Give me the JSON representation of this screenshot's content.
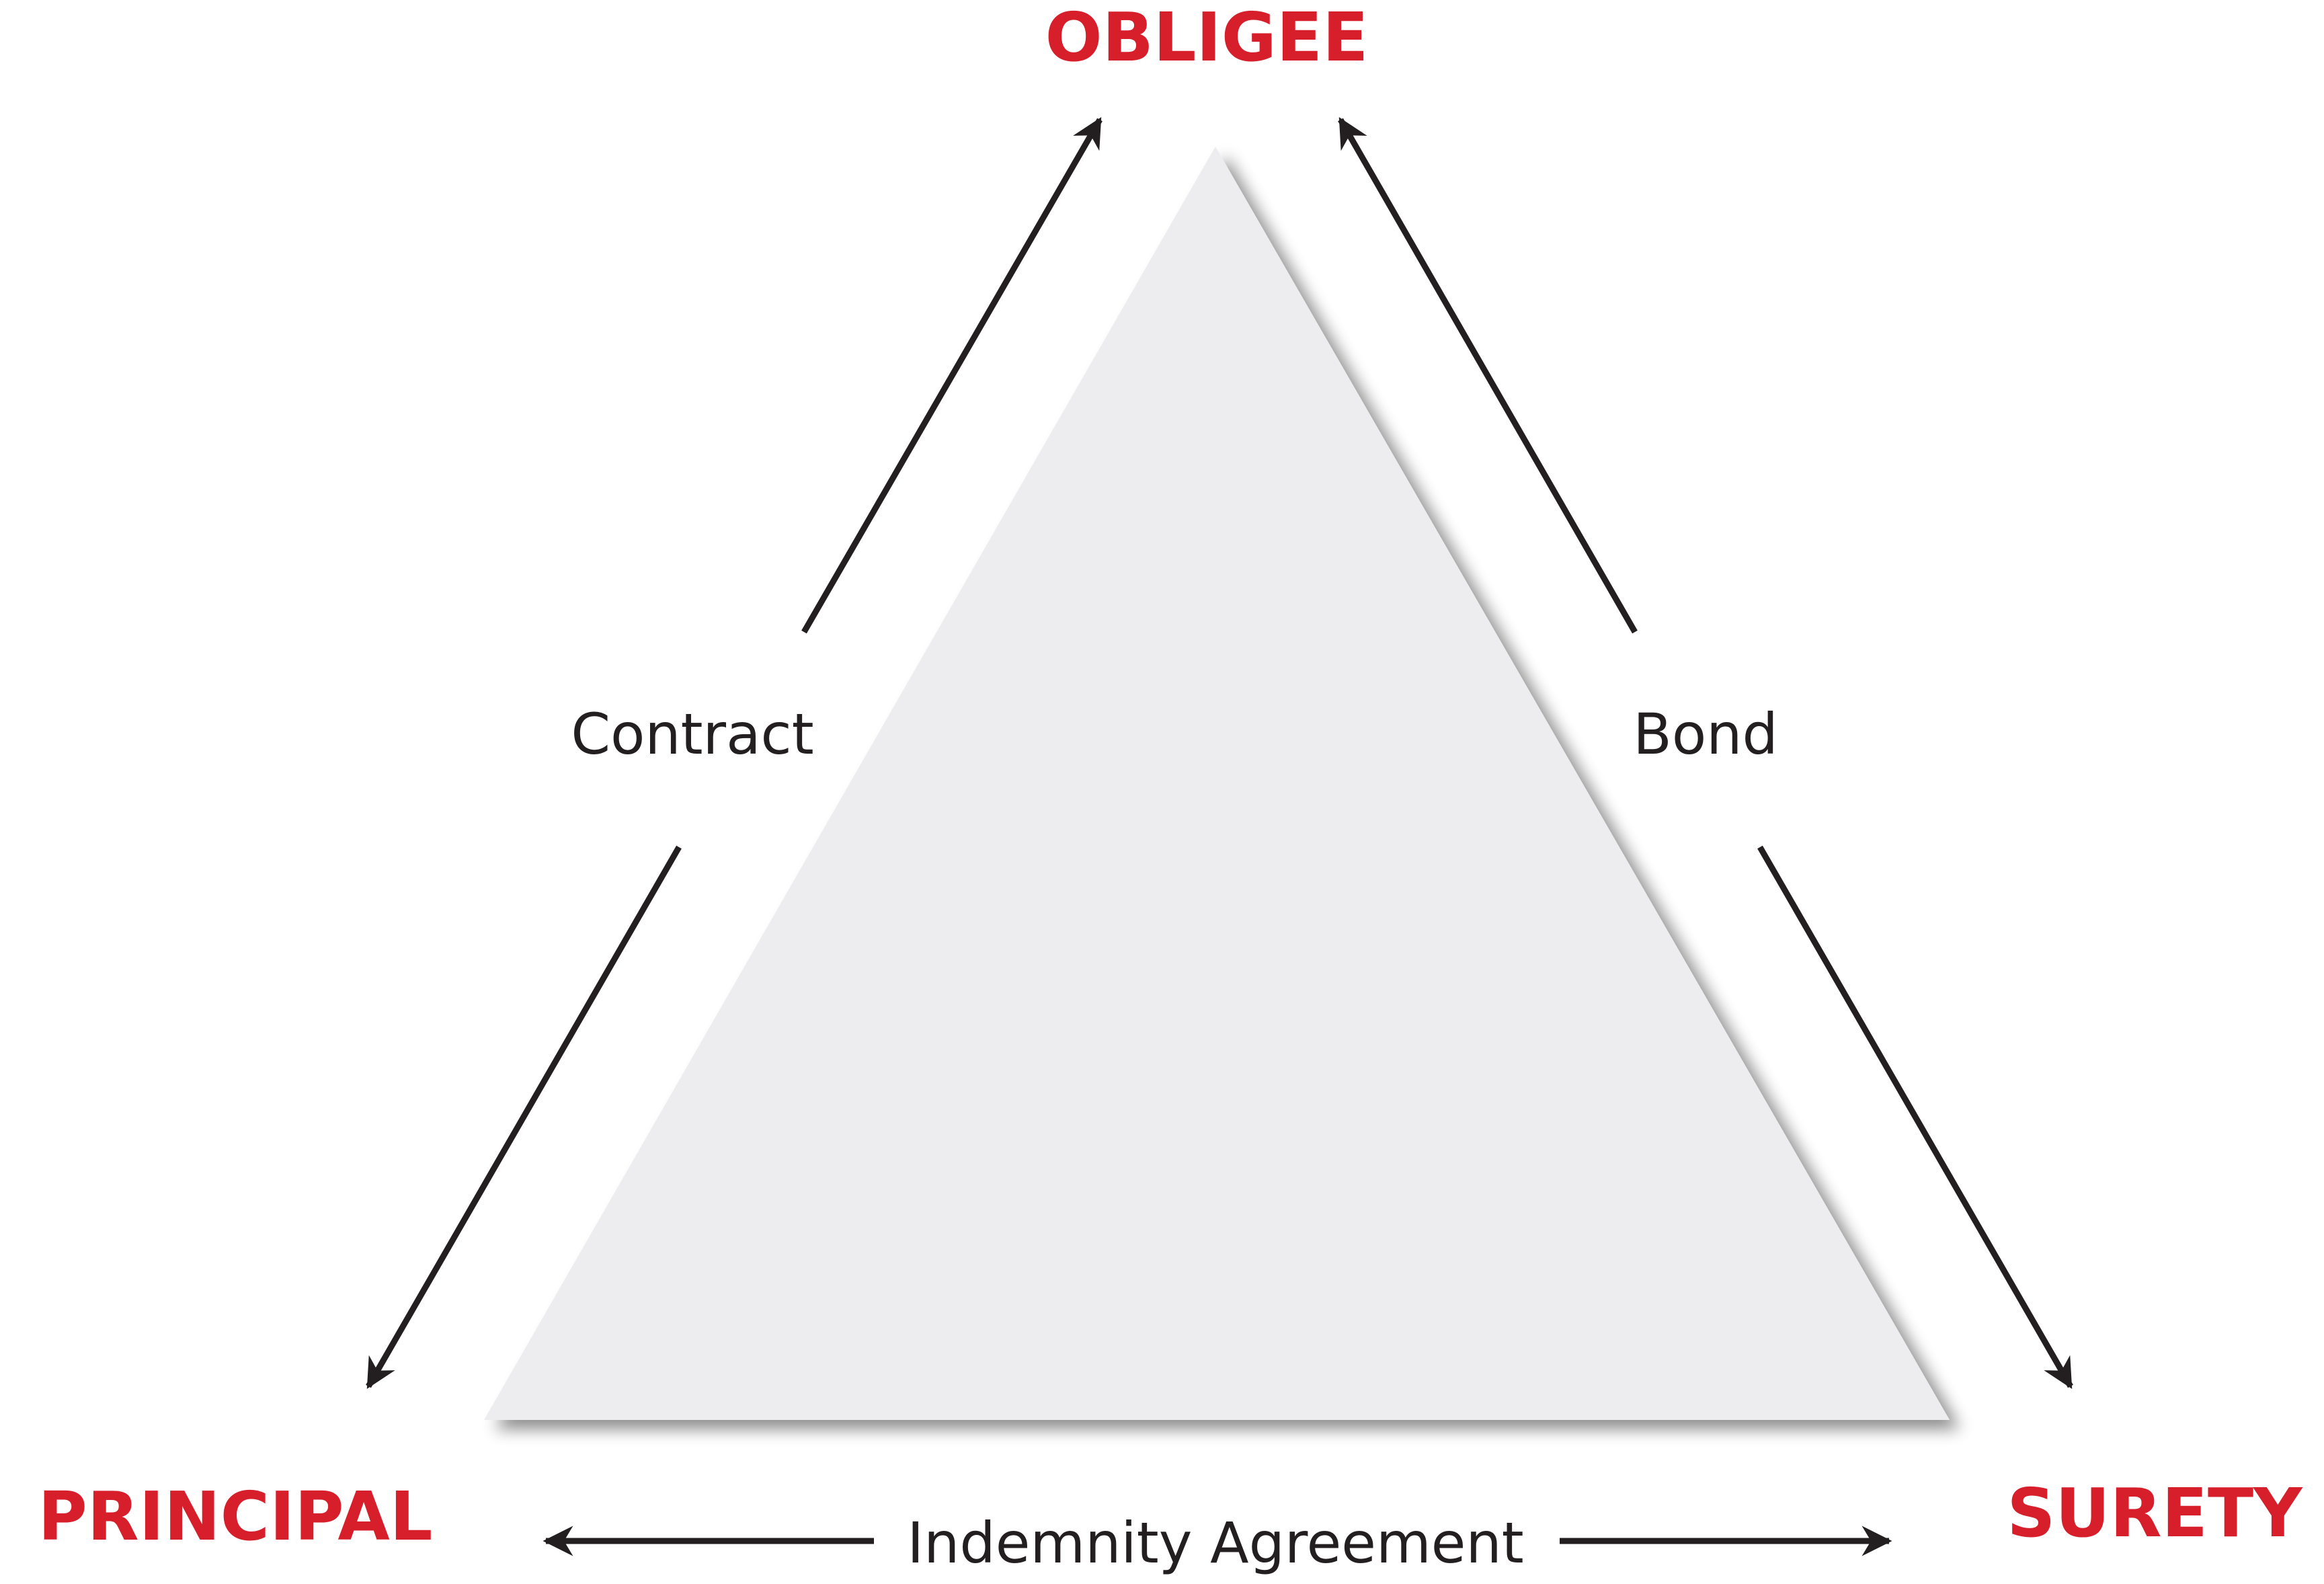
{
  "colors": {
    "party_label": "#d71f2b",
    "relation_label": "#231f20",
    "arrow": "#231f20",
    "triangle_fill": "#edecef",
    "triangle_shadow": "#b9b8bb",
    "background": "#ffffff"
  },
  "parties": {
    "obligee": "OBLIGEE",
    "principal": "PRINCIPAL",
    "surety": "SURETY"
  },
  "relations": {
    "contract": "Contract",
    "bond": "Bond",
    "indemnity": "Indemnity Agreement"
  }
}
